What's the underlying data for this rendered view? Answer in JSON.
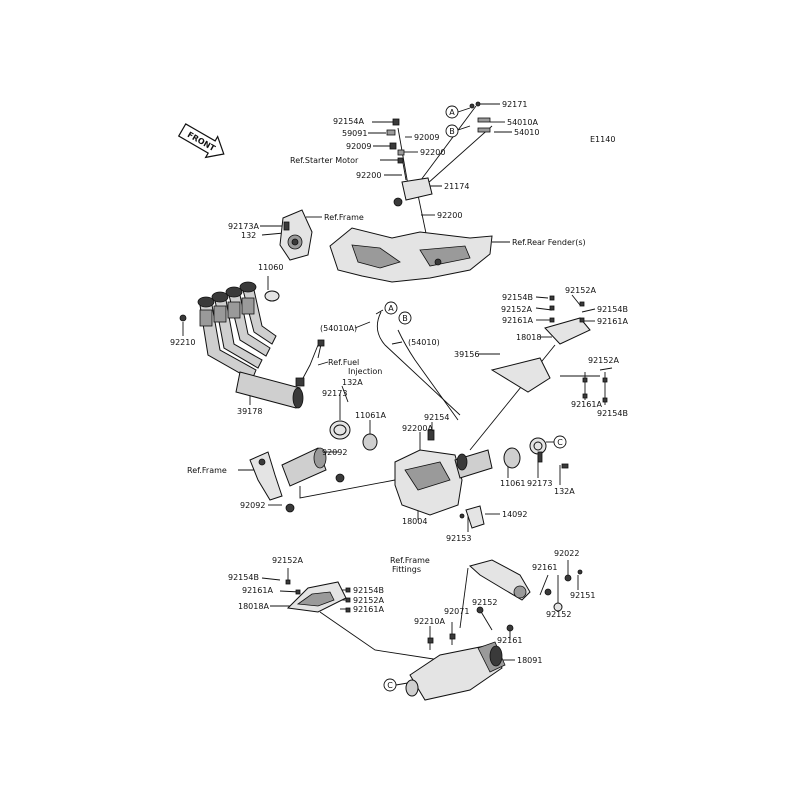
{
  "diagram_code": "E1140",
  "front_label": "FRONT",
  "refs": {
    "starter_motor": "Ref.Starter Motor",
    "frame_top": "Ref.Frame",
    "rear_fender": "Ref.Rear Fender(s)",
    "fuel_injection_1": "Ref.Fuel",
    "fuel_injection_2": "Injection",
    "frame_mid": "Ref.Frame",
    "frame_fittings_1": "Ref.Frame",
    "frame_fittings_2": "Fittings"
  },
  "callouts": {
    "A": "A",
    "B": "B",
    "C": "C"
  },
  "part_labels": [
    "92154A",
    "59091",
    "92009",
    "92009",
    "92200",
    "92171",
    "54010A",
    "54010",
    "92009",
    "92200",
    "21174",
    "92200",
    "92173A",
    "132",
    "11060",
    "92210",
    "(54010A)",
    "(54010)",
    "39178",
    "92173",
    "132A",
    "11061A",
    "92154",
    "92200A",
    "92092",
    "92092",
    "18004",
    "92153",
    "14092",
    "11061",
    "92173",
    "132A",
    "92154B",
    "92152A",
    "92161A",
    "92152A",
    "92154B",
    "92161A",
    "18018",
    "39156",
    "92152A",
    "92161A",
    "92154B",
    "92152A",
    "92154B",
    "92161A",
    "92154B",
    "92152A",
    "92161A",
    "18018A",
    "92210A",
    "92071",
    "92152",
    "92161",
    "92022",
    "92161",
    "92152",
    "92151",
    "18091"
  ]
}
